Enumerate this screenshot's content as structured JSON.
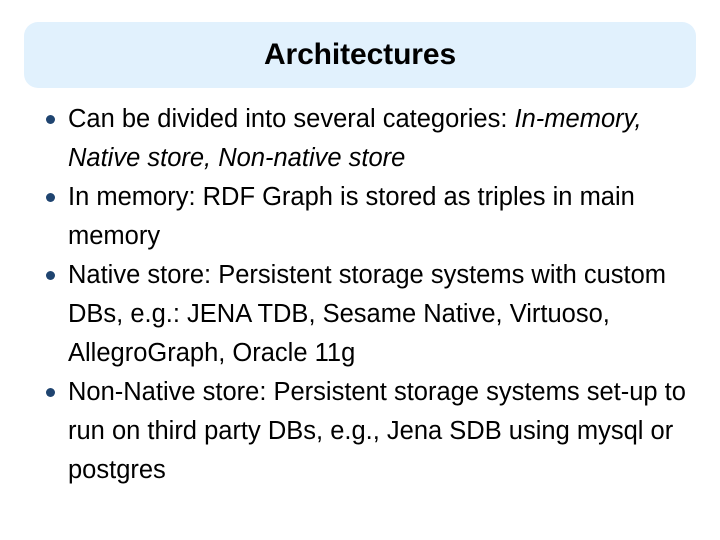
{
  "slide": {
    "title": "Architectures",
    "title_bar_color": "#e1f1fd",
    "background_color": "#ffffff",
    "bullet_color": "#1f4470",
    "text_color": "#000000"
  },
  "bullets": [
    {
      "id": "bullet-categories",
      "marker": "bullet-dot-icon",
      "lead": "Can be divided into several categories: ",
      "emphasis": "In-memory, Native store, Non-native store",
      "tail": ""
    },
    {
      "id": "bullet-in-memory",
      "marker": "bullet-dot-icon",
      "lead": "In memory: RDF Graph is stored as triples in main memory",
      "emphasis": "",
      "tail": ""
    },
    {
      "id": "bullet-native-store",
      "marker": "bullet-dot-icon",
      "lead": "Native store: Persistent storage systems with custom DBs, e.g.: JENA TDB, Sesame Native, Virtuoso, AllegroGraph, Oracle 11g",
      "emphasis": "",
      "tail": ""
    },
    {
      "id": "bullet-non-native-store",
      "marker": "bullet-dot-icon",
      "lead": "Non-Native store: Persistent storage systems set-up to run on third party DBs, e.g., Jena SDB using mysql or postgres",
      "emphasis": "",
      "tail": ""
    }
  ]
}
